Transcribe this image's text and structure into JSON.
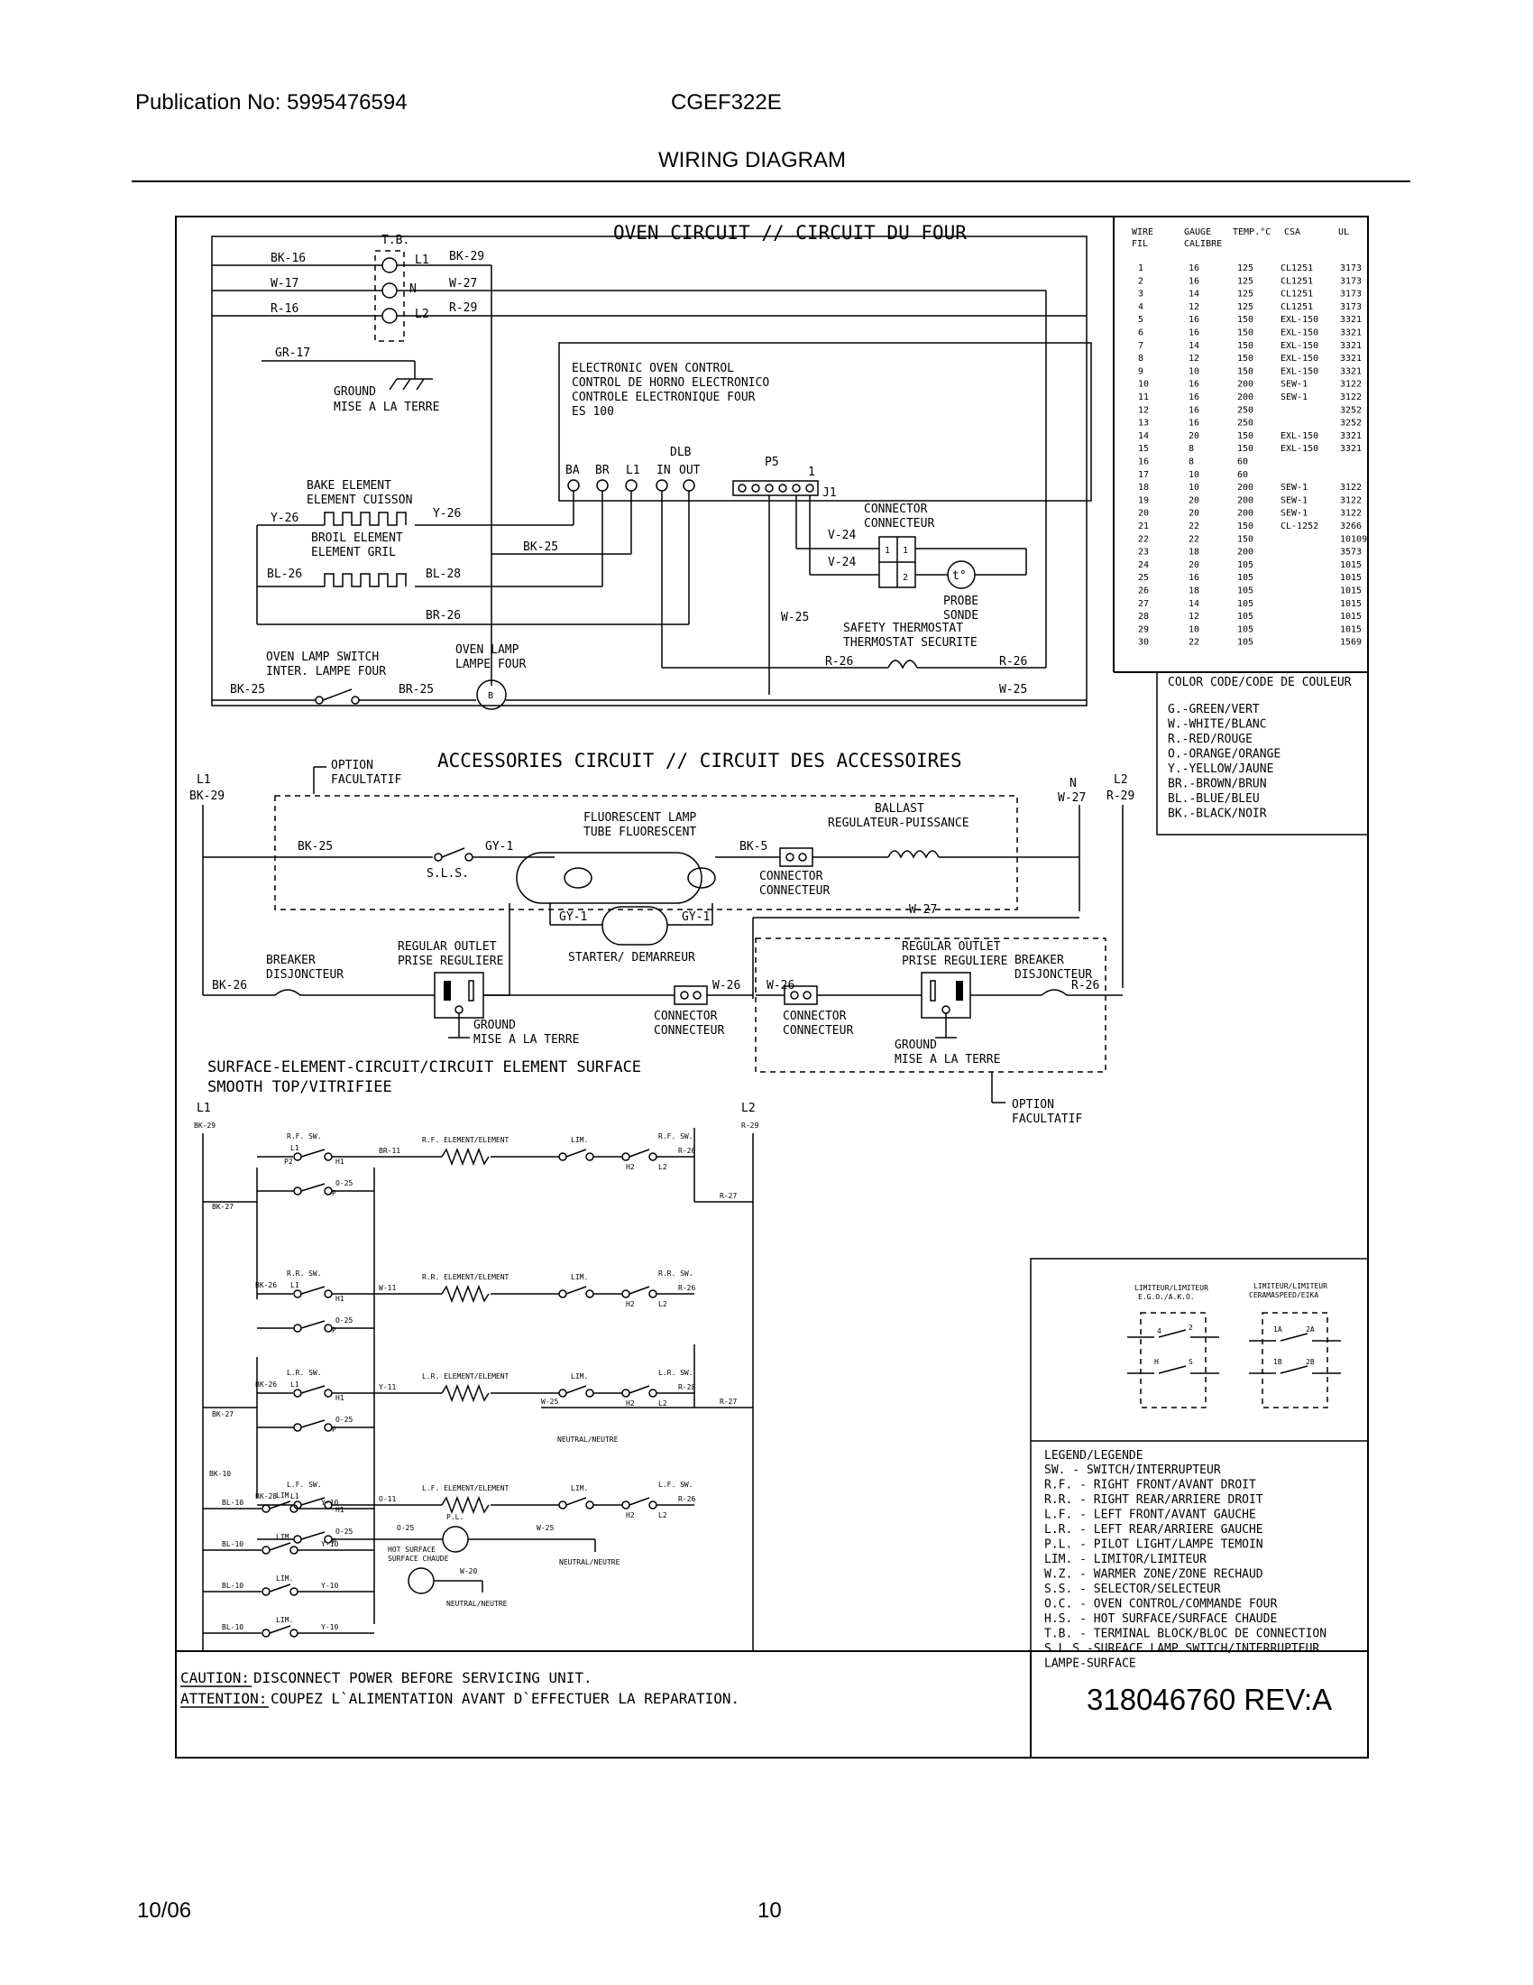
{
  "header": {
    "publication": "Publication No: 5995476594",
    "model": "CGEF322E",
    "title": "WIRING DIAGRAM"
  },
  "footer": {
    "date": "10/06",
    "page": "10"
  },
  "oven": {
    "title": "OVEN CIRCUIT // CIRCUIT DU FOUR",
    "tb": "T.B.",
    "tb_terms": [
      "L1",
      "N",
      "L2"
    ],
    "wires_in": [
      "BK-16",
      "W-17",
      "R-16"
    ],
    "wires_out": [
      "BK-29",
      "W-27",
      "R-29"
    ],
    "gr": "GR-17",
    "ground": [
      "GROUND",
      "MISE A LA TERRE"
    ],
    "control": [
      "ELECTRONIC OVEN CONTROL",
      "CONTROL DE HORNO ELECTRONICO",
      "CONTROLE ELECTRONIQUE FOUR",
      "ES 100"
    ],
    "dlb": "DLB",
    "ps": "P5",
    "pin1": "1",
    "j1": "J1",
    "terminals": [
      "BA",
      "BR",
      "L1",
      "IN",
      "OUT"
    ],
    "bake": [
      "BAKE ELEMENT",
      "ELEMENT CUISSON"
    ],
    "broil": [
      "BROIL ELEMENT",
      "ELEMENT GRIL"
    ],
    "wire_y26": "Y-26",
    "wire_bk25": "BK-25",
    "wire_bl26": "BL-26",
    "wire_bl28": "BL-28",
    "wire_br26": "BR-26",
    "wire_br25": "BR-25",
    "wire_v24": "V-24",
    "wire_w25": "W-25",
    "wire_r26": "R-26",
    "connector": [
      "CONNECTOR",
      "CONNECTEUR"
    ],
    "conn_pins": [
      "1",
      "1",
      "2"
    ],
    "probe_sym": "t°",
    "probe": [
      "PROBE",
      "SONDE"
    ],
    "safety": [
      "SAFETY THERMOSTAT",
      "THERMOSTAT SECURITE"
    ],
    "lamp_switch": [
      "OVEN LAMP SWITCH",
      "INTER. LAMPE FOUR"
    ],
    "lamp": [
      "OVEN LAMP",
      "LAMPE FOUR"
    ],
    "lamp_sym": "B"
  },
  "wire_table": {
    "headers": [
      "WIRE",
      "GAUGE",
      "TEMP.°C",
      "CSA",
      "UL"
    ],
    "headers2": [
      "FIL",
      "CALIBRE"
    ],
    "rows": [
      [
        "1",
        "16",
        "125",
        "CL1251",
        "3173"
      ],
      [
        "2",
        "16",
        "125",
        "CL1251",
        "3173"
      ],
      [
        "3",
        "14",
        "125",
        "CL1251",
        "3173"
      ],
      [
        "4",
        "12",
        "125",
        "CL1251",
        "3173"
      ],
      [
        "5",
        "16",
        "150",
        "EXL-150",
        "3321"
      ],
      [
        "6",
        "16",
        "150",
        "EXL-150",
        "3321"
      ],
      [
        "7",
        "14",
        "150",
        "EXL-150",
        "3321"
      ],
      [
        "8",
        "12",
        "150",
        "EXL-150",
        "3321"
      ],
      [
        "9",
        "10",
        "150",
        "EXL-150",
        "3321"
      ],
      [
        "10",
        "16",
        "200",
        "SEW-1",
        "3122"
      ],
      [
        "11",
        "16",
        "200",
        "SEW-1",
        "3122"
      ],
      [
        "12",
        "16",
        "250",
        "",
        "3252"
      ],
      [
        "13",
        "16",
        "250",
        "",
        "3252"
      ],
      [
        "14",
        "20",
        "150",
        "EXL-150",
        "3321"
      ],
      [
        "15",
        "8",
        "150",
        "EXL-150",
        "3321"
      ],
      [
        "16",
        "8",
        "60",
        "",
        ""
      ],
      [
        "17",
        "10",
        "60",
        "",
        ""
      ],
      [
        "18",
        "10",
        "200",
        "SEW-1",
        "3122"
      ],
      [
        "19",
        "20",
        "200",
        "SEW-1",
        "3122"
      ],
      [
        "20",
        "20",
        "200",
        "SEW-1",
        "3122"
      ],
      [
        "21",
        "22",
        "150",
        "CL-1252",
        "3266"
      ],
      [
        "22",
        "22",
        "150",
        "",
        "10109"
      ],
      [
        "23",
        "18",
        "200",
        "",
        "3573"
      ],
      [
        "24",
        "20",
        "105",
        "",
        "1015"
      ],
      [
        "25",
        "16",
        "105",
        "",
        "1015"
      ],
      [
        "26",
        "18",
        "105",
        "",
        "1015"
      ],
      [
        "27",
        "14",
        "105",
        "",
        "1015"
      ],
      [
        "28",
        "12",
        "105",
        "",
        "1015"
      ],
      [
        "29",
        "10",
        "105",
        "",
        "1015"
      ],
      [
        "30",
        "22",
        "105",
        "",
        "1569"
      ]
    ]
  },
  "color_code": {
    "title": "COLOR CODE/CODE DE COULEUR",
    "items": [
      "G.-GREEN/VERT",
      "W.-WHITE/BLANC",
      "R.-RED/ROUGE",
      "O.-ORANGE/ORANGE",
      "Y.-YELLOW/JAUNE",
      "BR.-BROWN/BRUN",
      "BL.-BLUE/BLEU",
      "BK.-BLACK/NOIR"
    ]
  },
  "accessories": {
    "title": "ACCESSORIES CIRCUIT // CIRCUIT DES ACCESSOIRES",
    "option": [
      "OPTION",
      "FACULTATIF"
    ],
    "l1": "L1",
    "bk29": "BK-29",
    "n": "N",
    "w27": "W-27",
    "l2": "L2",
    "r29": "R-29",
    "bk25": "BK-25",
    "gy1": "GY-1",
    "sls": "S.L.S.",
    "fluor": [
      "FLUORESCENT LAMP",
      "TUBE FLUORESCENT"
    ],
    "bk5": "BK-5",
    "ballast": [
      "BALLAST",
      "REGULATEUR-PUISSANCE"
    ],
    "connector": [
      "CONNECTOR",
      "CONNECTEUR"
    ],
    "starter": "STARTER/ DEMARREUR",
    "breaker": [
      "BREAKER",
      "DISJONCTEUR"
    ],
    "outlet": [
      "REGULAR OUTLET",
      "PRISE REGULIERE"
    ],
    "ground": [
      "GROUND",
      "MISE A LA TERRE"
    ],
    "bk26": "BK-26",
    "w26": "W-26",
    "r26": "R-26"
  },
  "surface": {
    "title1": "SURFACE-ELEMENT-CIRCUIT/CIRCUIT ELEMENT SURFACE",
    "title2": "SMOOTH TOP/VITRIFIEE",
    "l1": "L1",
    "bk29": "BK-29",
    "l2": "L2",
    "r29": "R-29",
    "bk27": "BK-27",
    "r27": "R-27",
    "bk10": "BK-10",
    "rf_sw": "R.F. SW.",
    "rr_sw": "R.R. SW.",
    "lr_sw": "L.R. SW.",
    "lf_sw": "L.F. SW.",
    "rf_el": "R.F. ELEMENT/ELEMENT",
    "rr_el": "R.R. ELEMENT/ELEMENT",
    "lr_el": "L.R. ELEMENT/ELEMENT",
    "lf_el": "L.F. ELEMENT/ELEMENT",
    "lim": "LIM.",
    "bk26": "BK-26",
    "bk28": "BK-28",
    "br11": "BR-11",
    "w11": "W-11",
    "y11": "Y-11",
    "o11": "O-11",
    "o25": "O-25",
    "w25": "W-25",
    "r26": "R-26",
    "r28": "R-28",
    "pl": "P.L.",
    "neutral": "NEUTRAL/NEUTRE",
    "bl10": "BL-10",
    "y10": "Y-10",
    "w20": "W-20",
    "hot": [
      "HOT SURFACE",
      "SURFACE CHAUDE"
    ],
    "pins": {
      "l1": "L1",
      "l2": "L2",
      "h1": "H1",
      "h2": "H2",
      "p": "P",
      "p2": "P2"
    }
  },
  "limiter": {
    "left": [
      "LIMITEUR/LIMITEUR",
      "E.G.O./A.K.O."
    ],
    "right": [
      "LIMITEUR/LIMITEUR",
      "CERAMASPEED/EIKA"
    ],
    "lp": [
      "4",
      "2",
      "H",
      "S"
    ],
    "rp": [
      "1A",
      "2A",
      "1B",
      "2B"
    ]
  },
  "legend": {
    "title": "LEGEND/LEGENDE",
    "items": [
      "SW.  - SWITCH/INTERRUPTEUR",
      "R.F. - RIGHT FRONT/AVANT DROIT",
      "R.R. - RIGHT REAR/ARRIERE DROIT",
      "L.F. - LEFT FRONT/AVANT GAUCHE",
      "L.R. - LEFT REAR/ARRIERE GAUCHE",
      "P.L. - PILOT LIGHT/LAMPE TEMOIN",
      "LIM. - LIMITOR/LIMITEUR",
      "W.Z. - WARMER ZONE/ZONE RECHAUD",
      "S.S. - SELECTOR/SELECTEUR",
      "O.C. - OVEN CONTROL/COMMANDE FOUR",
      "H.S. - HOT SURFACE/SURFACE CHAUDE",
      "T.B. - TERMINAL BLOCK/BLOC DE CONNECTION",
      "S.L.S.-SURFACE LAMP SWITCH/INTERRUPTEUR",
      "      LAMPE-SURFACE"
    ]
  },
  "caution": {
    "line1_label": "CAUTION:",
    "line1": " DISCONNECT POWER BEFORE SERVICING UNIT.",
    "line2_label": "ATTENTION:",
    "line2": "COUPEZ L`ALIMENTATION AVANT D`EFFECTUER LA REPARATION."
  },
  "part_number": "318046760  REV:A"
}
